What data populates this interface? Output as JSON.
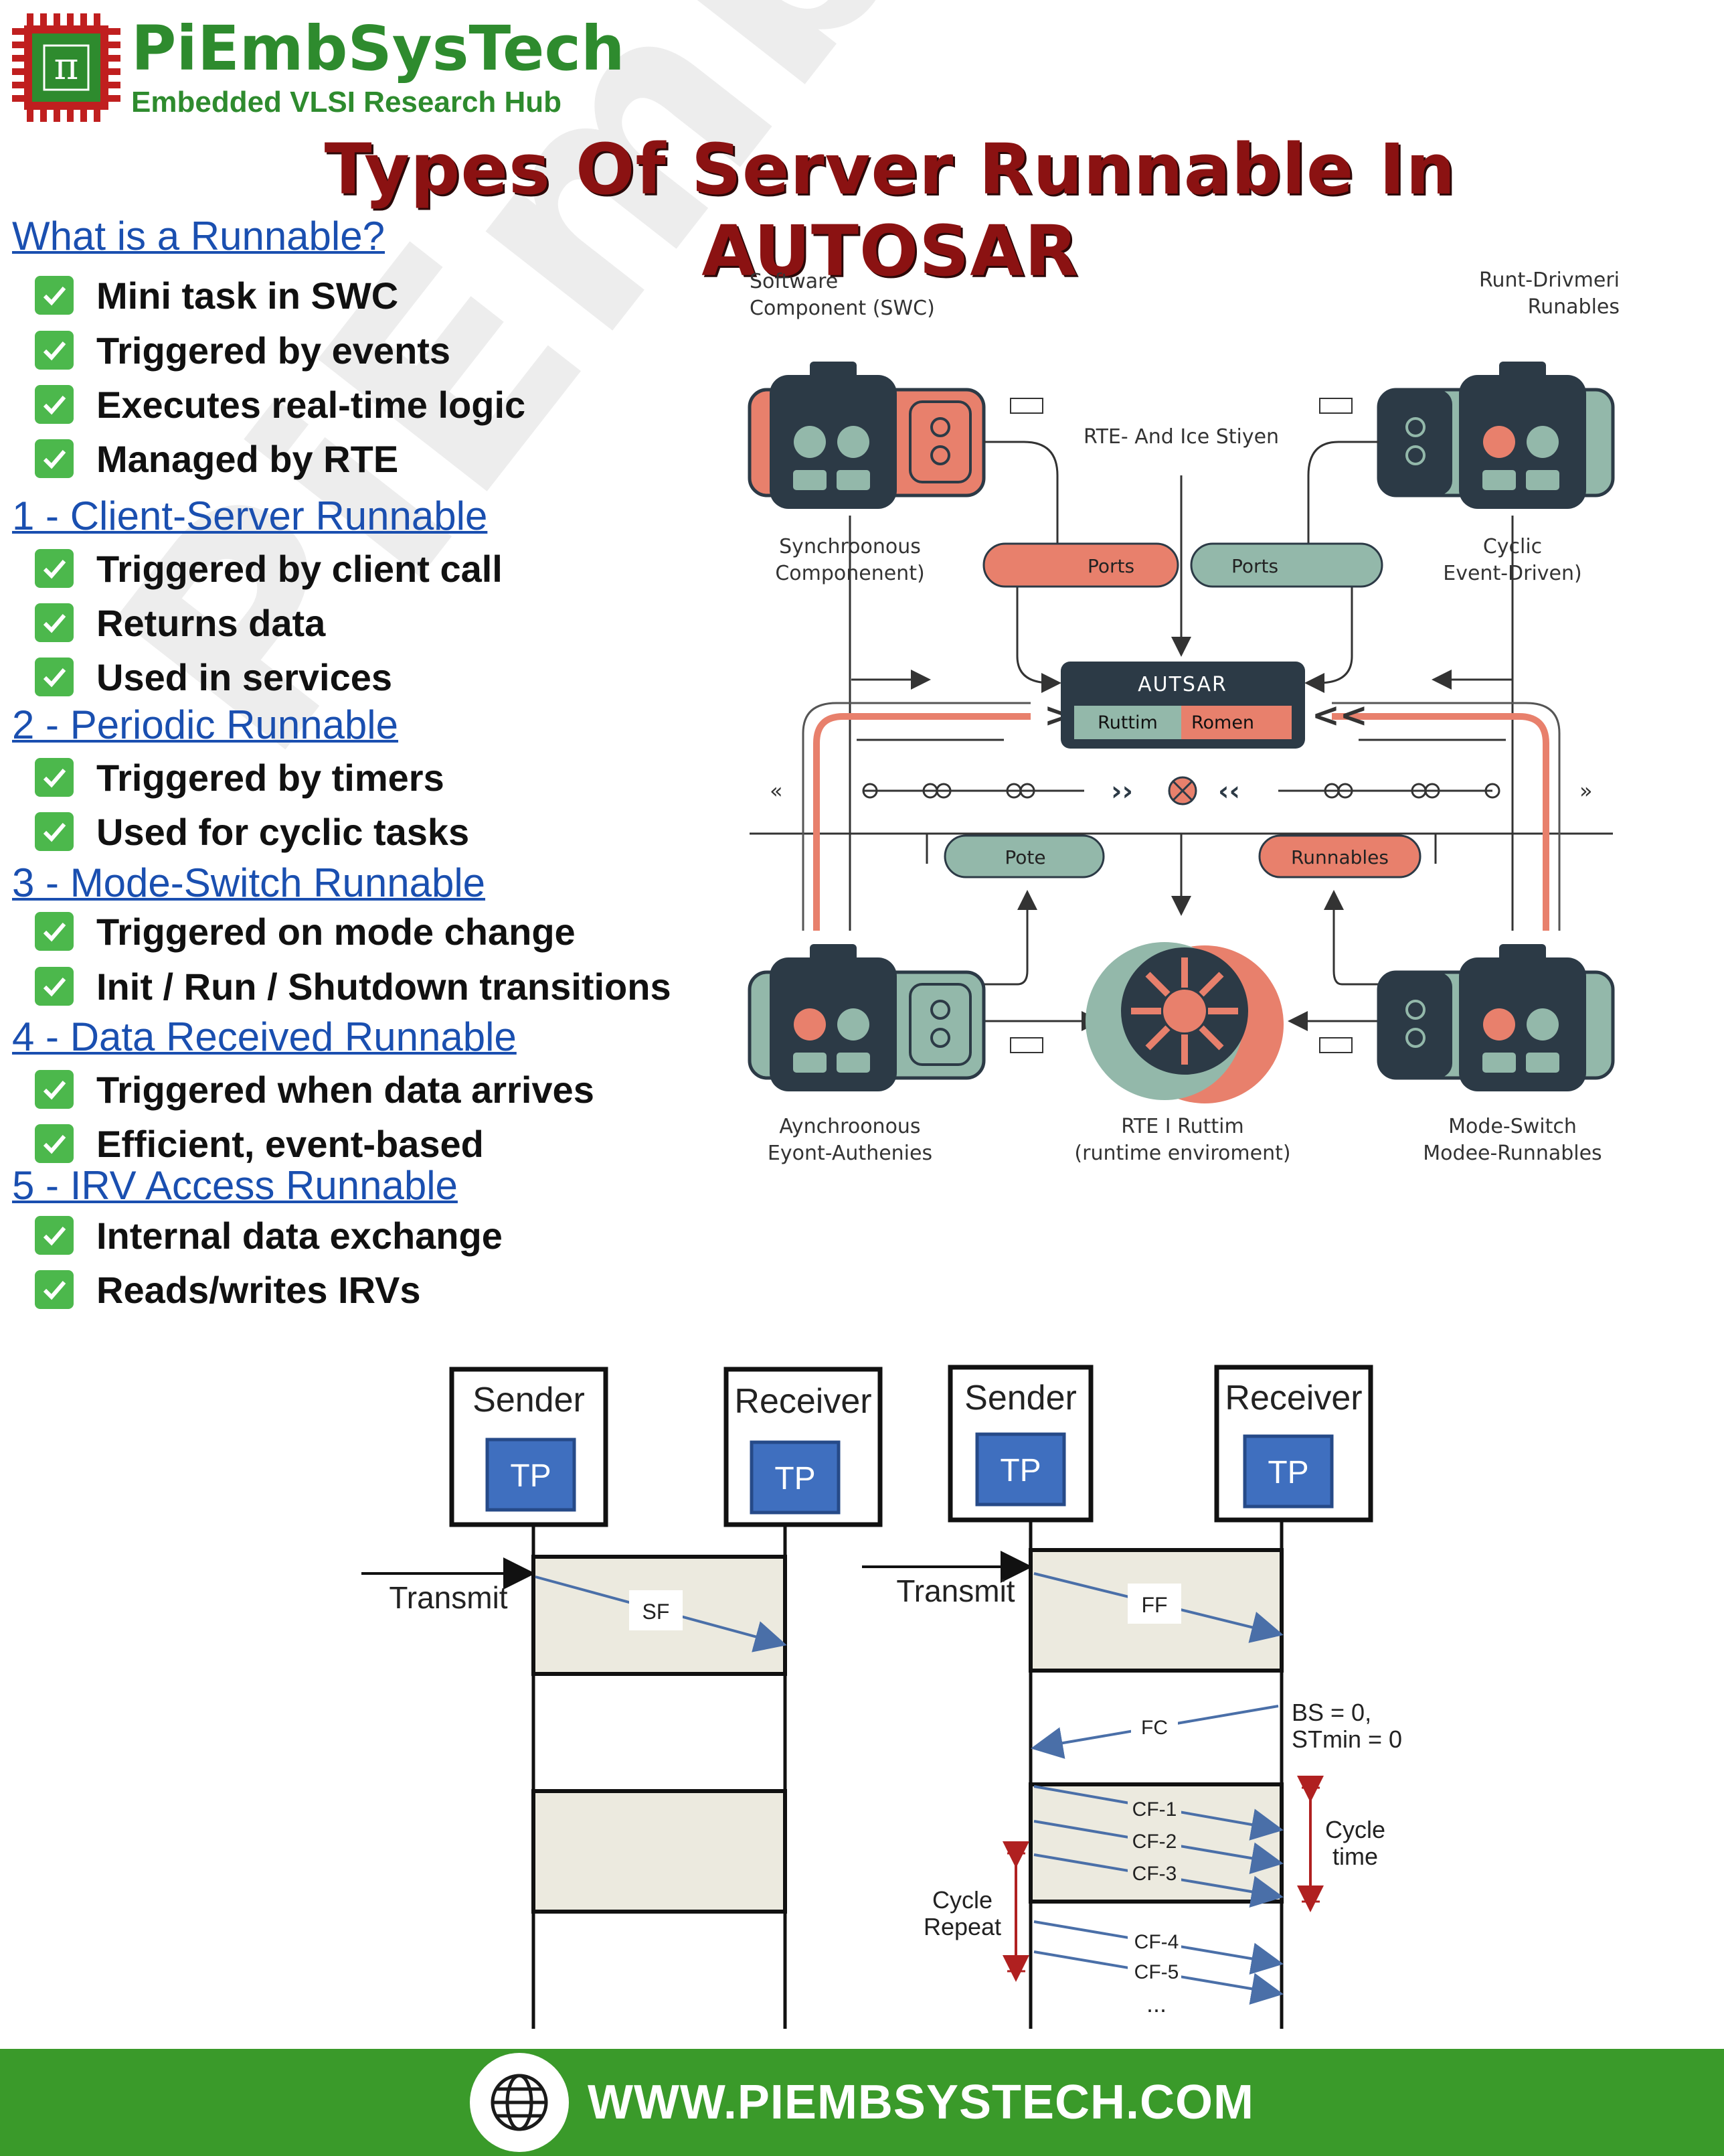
{
  "brand": {
    "name": "PiEmbSysTech",
    "tagline": "Embedded VLSI Research Hub",
    "logo_symbol": "π",
    "watermark": "PiEmbSysTech"
  },
  "title": "Types Of Server Runnable In AUTOSAR",
  "sections": [
    {
      "heading": "What is a Runnable?",
      "items": [
        "Mini task in SWC",
        "Triggered by events",
        "Executes real-time logic",
        "Managed by RTE"
      ]
    },
    {
      "heading": "1 - Client-Server Runnable",
      "items": [
        "Triggered by client call",
        "Returns data",
        "Used in services"
      ]
    },
    {
      "heading": "2 - Periodic Runnable",
      "items": [
        "Triggered by timers",
        "Used for cyclic tasks"
      ]
    },
    {
      "heading": "3 - Mode-Switch Runnable",
      "items": [
        "Triggered on mode change",
        "Init / Run / Shutdown transitions"
      ]
    },
    {
      "heading": "4 - Data Received Runnable",
      "items": [
        "Triggered when data arrives",
        "Efficient, event-based"
      ]
    },
    {
      "heading": "5 - IRV Access Runnable",
      "items": [
        "Internal data exchange",
        "Reads/writes IRVs"
      ]
    }
  ],
  "architecture_diagram": {
    "label_top_left_1": "Software",
    "label_top_left_2": "Component (SWC)",
    "label_top_right_1": "Runt-Drivmeri",
    "label_top_right_2": "Runables",
    "label_center_top": "RTE- And Ice Stiyen",
    "label_mid_left_1": "Synchroonous",
    "label_mid_left_2": "Componenent)",
    "label_mid_right_1": "Cyclic",
    "label_mid_right_2": "Event-Driven)",
    "ports_left": "Ports",
    "ports_right": "Ports",
    "autosar_title": "AUTSAR",
    "autosar_left": "Ruttim",
    "autosar_right": "Romen",
    "pote": "Pote",
    "runnables": "Runnables",
    "label_bottom_left_1": "Aynchroonous",
    "label_bottom_left_2": "Eyont-Authenies",
    "label_bottom_center_1": "RTE  I  Ruttim",
    "label_bottom_center_2": "(runtime enviroment)",
    "label_bottom_right_1": "Mode-Switch",
    "label_bottom_right_2": "Modee-Runnables",
    "colors": {
      "salmon": "#e8806c",
      "sage": "#93b8aa",
      "dark": "#2c3a46"
    }
  },
  "sequence_diagram": {
    "left": {
      "sender": "Sender",
      "receiver": "Receiver",
      "tp": "TP",
      "transmit": "Transmit",
      "frame": "SF"
    },
    "right": {
      "sender": "Sender",
      "receiver": "Receiver",
      "tp": "TP",
      "transmit": "Transmit",
      "first_frame": "FF",
      "flow_control": "FC",
      "fc_params_1": "BS = 0,",
      "fc_params_2": "STmin = 0",
      "consecutive_frames": [
        "CF-1",
        "CF-2",
        "CF-3",
        "CF-4",
        "CF-5"
      ],
      "ellipsis": "...",
      "cycle_time_1": "Cycle",
      "cycle_time_2": "time",
      "cycle_repeat_1": "Cycle",
      "cycle_repeat_2": "Repeat"
    }
  },
  "footer": {
    "url": "WWW.PIEMBSYSTECH.COM"
  }
}
